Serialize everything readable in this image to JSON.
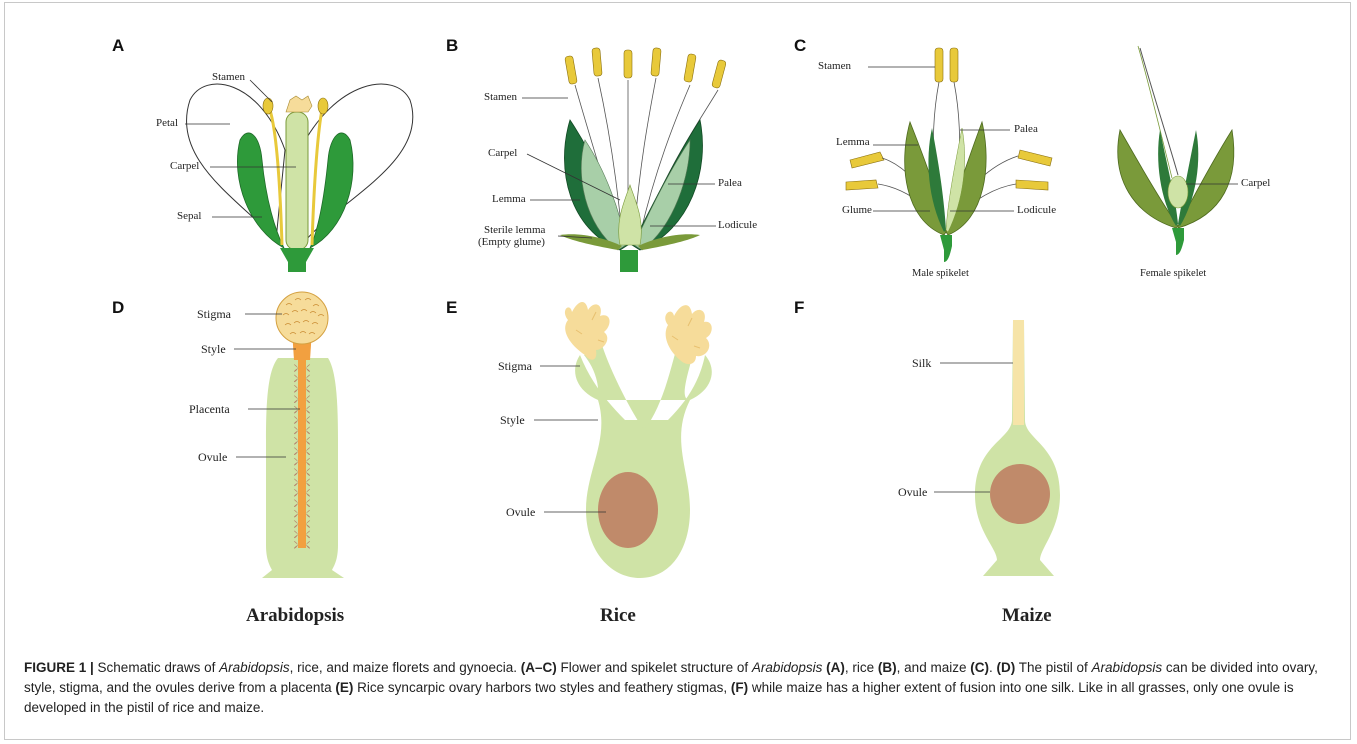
{
  "panels": {
    "A": {
      "letter": "A",
      "labels": {
        "stamen": "Stamen",
        "petal": "Petal",
        "carpel": "Carpel",
        "sepal": "Sepal"
      }
    },
    "B": {
      "letter": "B",
      "labels": {
        "stamen": "Stamen",
        "carpel": "Carpel",
        "lemma": "Lemma",
        "sterile_lemma": "Sterile lemma",
        "empty_glume": "(Empty glume)",
        "palea": "Palea",
        "lodicule": "Lodicule"
      }
    },
    "C": {
      "letter": "C",
      "labels": {
        "stamen": "Stamen",
        "lemma": "Lemma",
        "palea": "Palea",
        "glume": "Glume",
        "lodicule": "Lodicule",
        "carpel": "Carpel",
        "male_spikelet": "Male spikelet",
        "female_spikelet": "Female spikelet"
      }
    },
    "D": {
      "letter": "D",
      "labels": {
        "stigma": "Stigma",
        "style": "Style",
        "placenta": "Placenta",
        "ovule": "Ovule"
      }
    },
    "E": {
      "letter": "E",
      "labels": {
        "stigma": "Stigma",
        "style": "Style",
        "ovule": "Ovule"
      }
    },
    "F": {
      "letter": "F",
      "labels": {
        "silk": "Silk",
        "ovule": "Ovule"
      }
    }
  },
  "species": {
    "arabidopsis": "Arabidopsis",
    "rice": "Rice",
    "maize": "Maize"
  },
  "caption": {
    "figure_label": "FIGURE 1 |",
    "s1": " Schematic draws of ",
    "s1_it": "Arabidopsis",
    "s2": ", rice, and maize florets and gynoecia. ",
    "s2_b": "(A–C)",
    "s3": " Flower and spikelet structure of ",
    "s3_it": "Arabidopsis",
    "s3_b": " (A)",
    "s4": ", rice ",
    "s4_b": "(B)",
    "s5": ", and maize ",
    "s5_b": "(C)",
    "s6": ". ",
    "s6_b": "(D)",
    "s7": " The pistil of ",
    "s7_it": "Arabidopsis",
    "s8": " can be divided into ovary, style, stigma, and the ovules derive from a placenta ",
    "s8_b": "(E)",
    "s9": " Rice syncarpic ovary harbors two styles and feathery stigmas, ",
    "s9_b": "(F)",
    "s10": " while maize has a higher extent of fusion into one silk. Like in all grasses, only one ovule is developed in the pistil of rice and maize."
  },
  "colors": {
    "dark_green": "#2e9a3a",
    "light_green": "#cfe3a6",
    "olive": "#7a9a3a",
    "yellow": "#e8c93a",
    "ovule_brown": "#c08a6a",
    "stigma_cream": "#f6dc9a",
    "orange": "#f2a040"
  }
}
